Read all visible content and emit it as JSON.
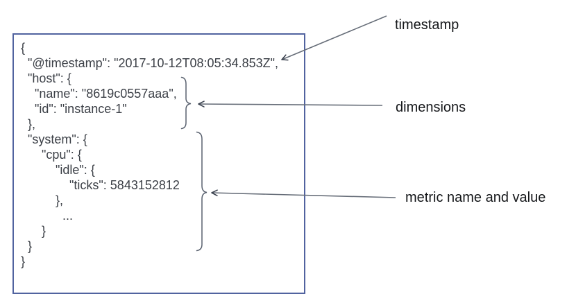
{
  "diagram": {
    "type": "annotated-json-metric-document",
    "code": "{\n  \"@timestamp\": \"2017-10-12T08:05:34.853Z\",\n  \"host\": {\n    \"name\": \"8619c0557aaa\",\n    \"id\": \"instance-1\"\n  },\n  \"system\": {\n      \"cpu\": {\n          \"idle\": {\n              \"ticks\": 5843152812\n          },\n            ...\n      }\n  }\n}",
    "document_fields": {
      "timestamp": "2017-10-12T08:05:34.853Z",
      "host_name": "8619c0557aaa",
      "host_id": "instance-1",
      "metric_path": "system.cpu.idle.ticks",
      "metric_value": "5843152812"
    },
    "annotations": [
      {
        "label": "timestamp",
        "points_to": "@timestamp field"
      },
      {
        "label": "dimensions",
        "points_to": "host object"
      },
      {
        "label": "metric name and value",
        "points_to": "system.cpu object"
      }
    ],
    "colors": {
      "box_border": "#51639f",
      "code_text": "#3b3f46",
      "label_text": "#15171a",
      "arrow_line": "#666d78",
      "arrow_head": "#3c4350",
      "brace": "#59616f"
    }
  }
}
